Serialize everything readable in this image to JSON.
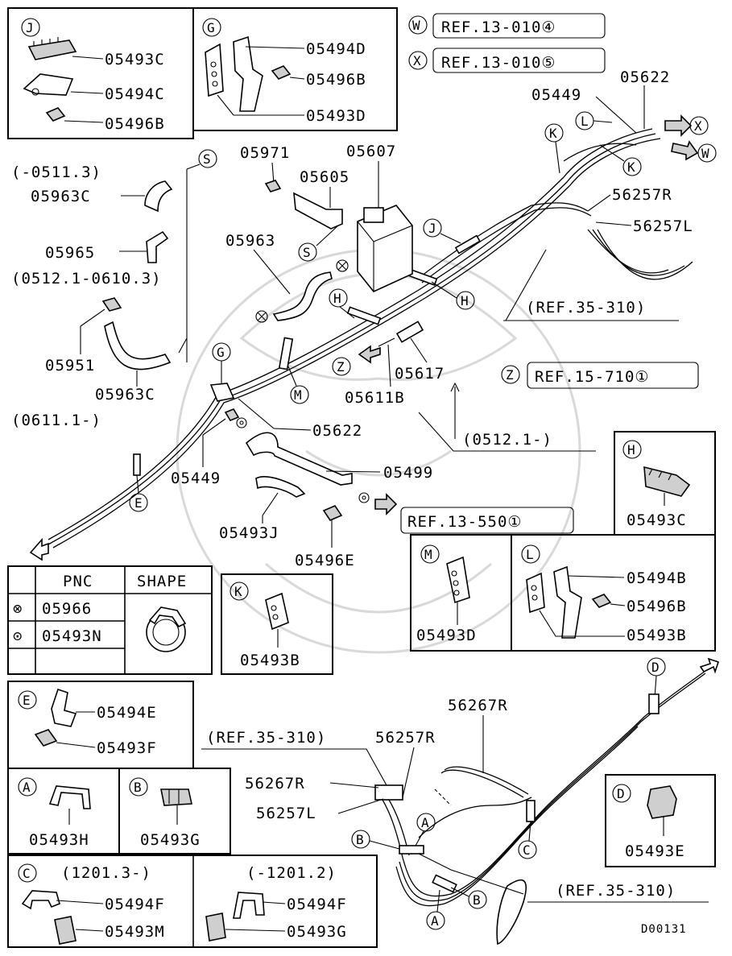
{
  "drawing_id": "D00131",
  "references": {
    "W": "REF.13-010④",
    "X": "REF.13-010⑤",
    "Z": "REF.15-710①",
    "ref_13_550": "REF.13-550①",
    "ref_35_310_a": "(REF.35-310)",
    "ref_35_310_b": "(REF.35-310)",
    "ref_35_310_c": "(REF.35-310)"
  },
  "markers": {
    "W": "W",
    "X": "X",
    "Z": "Z",
    "S": "S",
    "G": "G",
    "H": "H",
    "J": "J",
    "K": "K",
    "L": "L",
    "M": "M",
    "E": "E",
    "A": "A",
    "B": "B",
    "C": "C",
    "D": "D"
  },
  "date_ranges": {
    "to_0511_3": "(-0511.3)",
    "r_0512_0610": "(0512.1-0610.3)",
    "from_0611": "(0611.1-)",
    "from_0512": "(0512.1-)",
    "from_1201": "(1201.3-)",
    "to_1201": "(-1201.2)"
  },
  "parts": {
    "p05622_top": "05622",
    "p05449_top": "05449",
    "p05971": "05971",
    "p05607": "05607",
    "p05605": "05605",
    "p56257R_top": "56257R",
    "p56257L_top": "56257L",
    "p05963C_a": "05963C",
    "p05965": "05965",
    "p05963": "05963",
    "p05951": "05951",
    "p05963C_b": "05963C",
    "p05617": "05617",
    "p05611B": "05611B",
    "p05622_mid": "05622",
    "p05449_mid": "05449",
    "p05499": "05499",
    "p05493J": "05493J",
    "p05496E": "05496E",
    "p56267R_a": "56267R",
    "p56257R_b": "56257R",
    "p56267R_b": "56267R",
    "p56257L_b": "56257L"
  },
  "boxes": {
    "J": {
      "letter": "J",
      "items": [
        "05493C",
        "05494C",
        "05496B"
      ]
    },
    "G": {
      "letter": "G",
      "items": [
        "05494D",
        "05496B",
        "05493D"
      ]
    },
    "H": {
      "letter": "H",
      "items": [
        "05493C"
      ]
    },
    "K": {
      "letter": "K",
      "items": [
        "05493B"
      ]
    },
    "M": {
      "letter": "M",
      "items": [
        "05493D"
      ]
    },
    "L": {
      "letter": "L",
      "items": [
        "05494B",
        "05496B",
        "05493B"
      ]
    },
    "E": {
      "letter": "E",
      "items": [
        "05494E",
        "05493F"
      ]
    },
    "A": {
      "letter": "A",
      "items": [
        "05493H"
      ]
    },
    "B": {
      "letter": "B",
      "items": [
        "05493G"
      ]
    },
    "D": {
      "letter": "D",
      "items": [
        "05493E"
      ]
    },
    "C": {
      "letter": "C",
      "items_new": [
        "05494F",
        "05493M"
      ],
      "items_old": [
        "05494F",
        "05493G"
      ]
    }
  },
  "shape_table": {
    "headers": [
      "PNC",
      "SHAPE"
    ],
    "rows": [
      {
        "symbol": "⊗",
        "pnc": "05966"
      },
      {
        "symbol": "⊙",
        "pnc": "05493N"
      }
    ]
  }
}
